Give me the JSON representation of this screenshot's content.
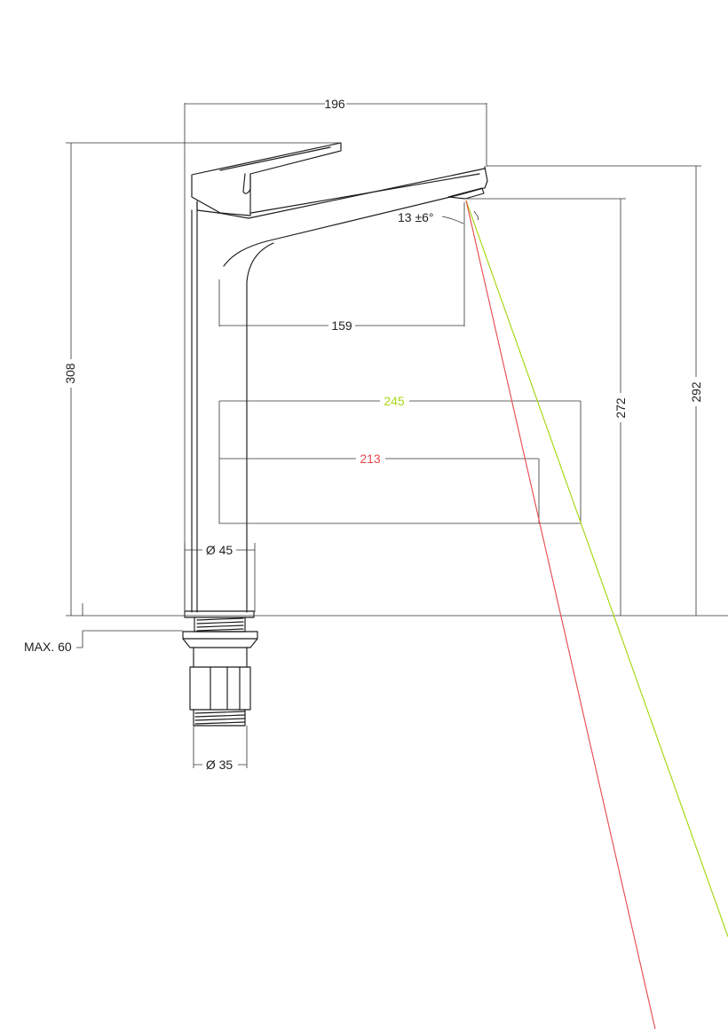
{
  "colors": {
    "line": "#1a1a1a",
    "dimension_line": "#333333",
    "text": "#222222",
    "background": "#ffffff",
    "highlight_green": "#a8d81a",
    "highlight_red": "#e8474b"
  },
  "dimensions": {
    "overall_width": "196",
    "total_height": "308",
    "spout_reach": "159",
    "spout_height_outlet": "272",
    "spout_height_top": "292",
    "spout_angle": "13 ±6°",
    "max_counter_thickness": "MAX. 60",
    "base_diameter": "Ø 45",
    "thread_diameter": "Ø 35",
    "reach_green": "245",
    "reach_red": "213"
  }
}
